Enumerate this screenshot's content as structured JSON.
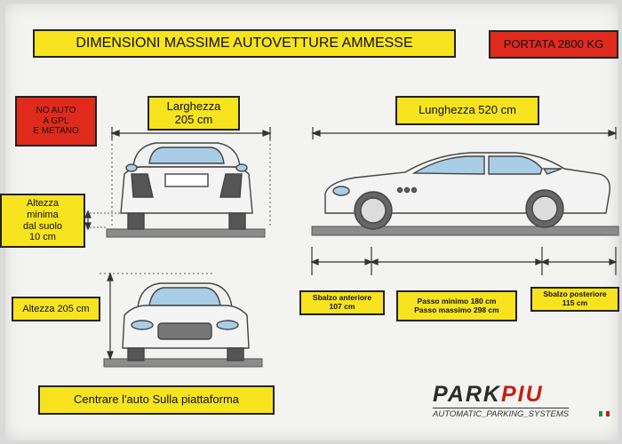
{
  "sign": {
    "title": "DIMENSIONI MASSIME AUTOVETTURE AMMESSE",
    "portata": "PORTATA 2800 KG",
    "no_auto": [
      "NO AUTO",
      "A GPL",
      "E METANO"
    ],
    "larghezza": [
      "Larghezza",
      "205 cm"
    ],
    "lunghezza": "Lunghezza 520 cm",
    "altezza_minima": [
      "Altezza",
      "minima",
      "dal suolo",
      "10 cm"
    ],
    "altezza": "Altezza 205 cm",
    "sbalzo_anteriore": [
      "Sbalzo anteriore",
      "107 cm"
    ],
    "passo": [
      "Passo minimo 180 cm",
      "Passo massimo 298 cm"
    ],
    "sbalzo_posteriore": [
      "Sbalzo posteriore",
      "115 cm"
    ],
    "centrare": "Centrare l'auto Sulla piattaforma"
  },
  "logo": {
    "brand_left": "PARK",
    "brand_right": "PIU",
    "tagline": "AUTOMATIC_PARKING_SYSTEMS"
  },
  "colors": {
    "label_yellow": "#f7e31e",
    "warning_red": "#e02a1c",
    "car_blue": "#a9cde6",
    "flag": [
      "#2e8b3a",
      "#ffffff",
      "#c42015"
    ]
  }
}
